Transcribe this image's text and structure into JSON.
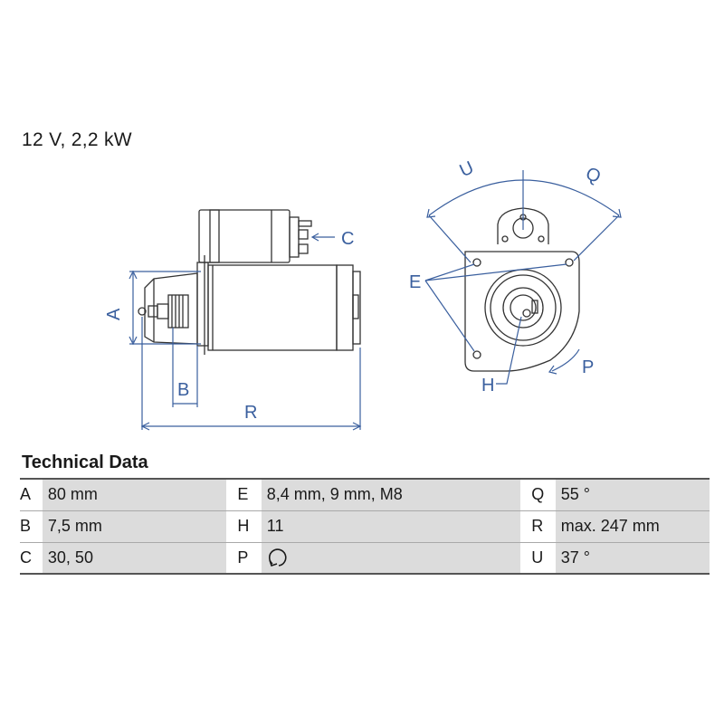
{
  "spec_line": "12 V, 2,2 kW",
  "drawing": {
    "labels": {
      "A": "A",
      "B": "B",
      "C": "C",
      "R": "R",
      "E": "E",
      "H": "H",
      "P": "P",
      "Q": "Q",
      "U": "U"
    },
    "line_color": "#3a5f9e"
  },
  "technical_data": {
    "title": "Technical Data",
    "rows": [
      [
        {
          "key": "A",
          "value": "80 mm"
        },
        {
          "key": "E",
          "value": "8,4 mm, 9 mm, M8"
        },
        {
          "key": "Q",
          "value": "55 °"
        }
      ],
      [
        {
          "key": "B",
          "value": "7,5 mm"
        },
        {
          "key": "H",
          "value": "11"
        },
        {
          "key": "R",
          "value": "max. 247 mm"
        }
      ],
      [
        {
          "key": "C",
          "value": "30, 50"
        },
        {
          "key": "P",
          "value": "",
          "icon": "rotation-direction-icon"
        },
        {
          "key": "U",
          "value": "37 °"
        }
      ]
    ]
  }
}
